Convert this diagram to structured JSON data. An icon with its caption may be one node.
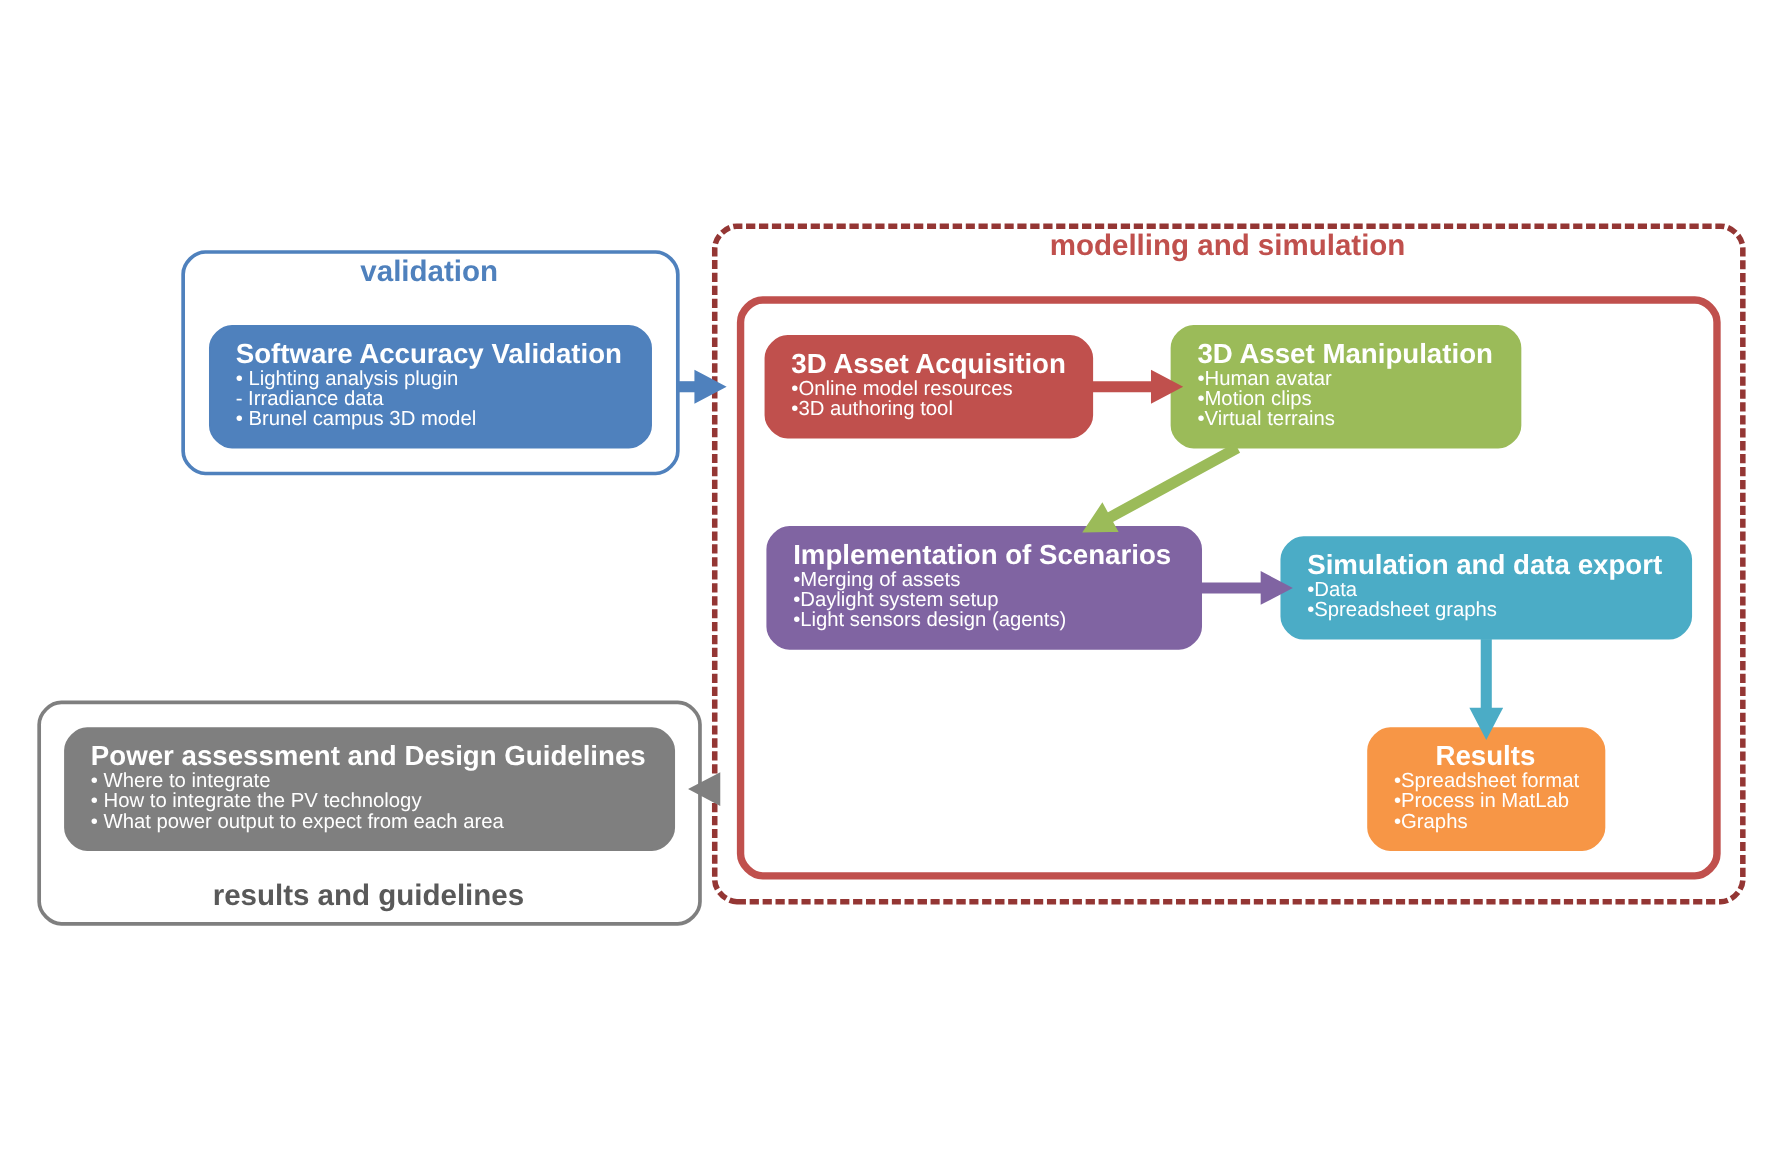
{
  "diagram": {
    "nodes": [
      {
        "text": [
          "validation"
        ]
      },
      {
        "text": [
          "Software Accuracy Validation",
          "• Lighting analysis plugin",
          "- Irradiance data",
          "• Brunel campus 3D model"
        ],
        "in": 0
      },
      {
        "text": [
          "modelling and simulation"
        ]
      },
      {
        "text": [],
        "shape": "box",
        "in": 2
      },
      {
        "text": [
          "3D Asset Acquisition",
          "•Online model resources",
          "•3D authoring tool"
        ],
        "in": 3
      },
      {
        "text": [
          "3D Asset Manipulation",
          "•Human avatar",
          "•Motion clips",
          "•Virtual terrains"
        ],
        "in": 3
      },
      {
        "text": [
          "Simulation and data export",
          "•Data",
          "•Spreadsheet graphs"
        ],
        "in": 3
      },
      {
        "text": [
          "Implementation of Scenarios",
          "•Merging of assets",
          "•Daylight system setup",
          "•Light sensors design (agents)"
        ],
        "in": 3
      },
      {
        "text": [
          "Results",
          "•Spreadsheet format",
          "•Process in MatLab",
          "•Graphs"
        ],
        "in": 3
      },
      {
        "text": [
          "results and guidelines"
        ]
      },
      {
        "text": [
          "Power assessment and Design Guidelines",
          "• Where to integrate",
          "• How to integrate the PV technology",
          "• What power output to expect from each area"
        ],
        "in": 9
      }
    ],
    "edges": [
      {
        "from": 0,
        "to": 2,
        "arrow": "to",
        "color": "#4f81bd"
      },
      {
        "from": 2,
        "to": 9,
        "arrow": "to",
        "color": "#7f7f7f"
      },
      {
        "from": 4,
        "to": 5,
        "arrow": "to",
        "color": "#c0504d"
      },
      {
        "from": 5,
        "to": 7,
        "arrow": "to",
        "color": "#9bbb59"
      },
      {
        "from": 7,
        "to": 6,
        "arrow": "to",
        "color": "#8064a2"
      },
      {
        "from": 6,
        "to": 8,
        "arrow": "to",
        "color": "#4bacc6"
      }
    ]
  }
}
